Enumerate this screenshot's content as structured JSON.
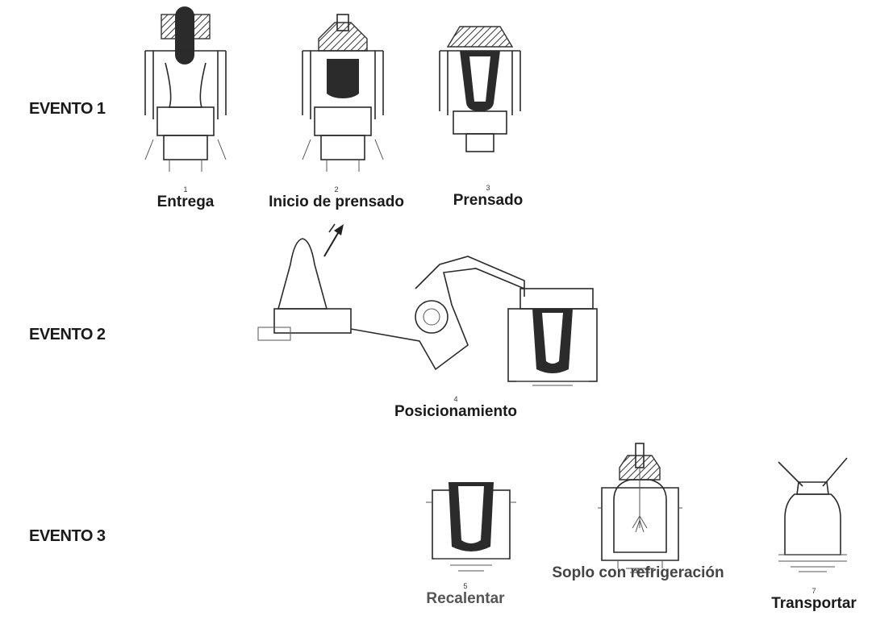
{
  "events": [
    {
      "label": "EVENTO 1"
    },
    {
      "label": "EVENTO 2"
    },
    {
      "label": "EVENTO 3"
    }
  ],
  "steps": [
    {
      "number": "1",
      "label": "Entrega"
    },
    {
      "number": "2",
      "label": "Inicio de prensado"
    },
    {
      "number": "3",
      "label": "Prensado"
    },
    {
      "number": "4",
      "label": "Posicionamiento"
    },
    {
      "number": "5",
      "label": "Recalentar"
    },
    {
      "number": "6",
      "label": "Soplo con refrigeración"
    },
    {
      "number": "7",
      "label": "Transportar"
    }
  ]
}
